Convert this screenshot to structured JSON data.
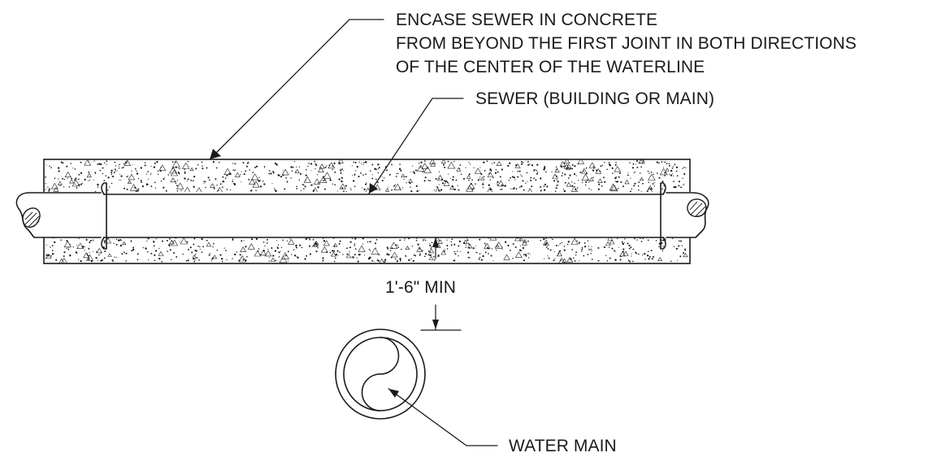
{
  "labels": {
    "encase_line1": "ENCASE SEWER IN CONCRETE",
    "encase_line2": "FROM BEYOND THE FIRST JOINT IN BOTH DIRECTIONS",
    "encase_line3": "OF THE CENTER OF THE WATERLINE",
    "sewer": "SEWER (BUILDING OR MAIN)",
    "clearance": "1'-6\" MIN",
    "water_main": "WATER MAIN"
  },
  "colors": {
    "ink": "#1a1a1a",
    "background": "#ffffff"
  }
}
